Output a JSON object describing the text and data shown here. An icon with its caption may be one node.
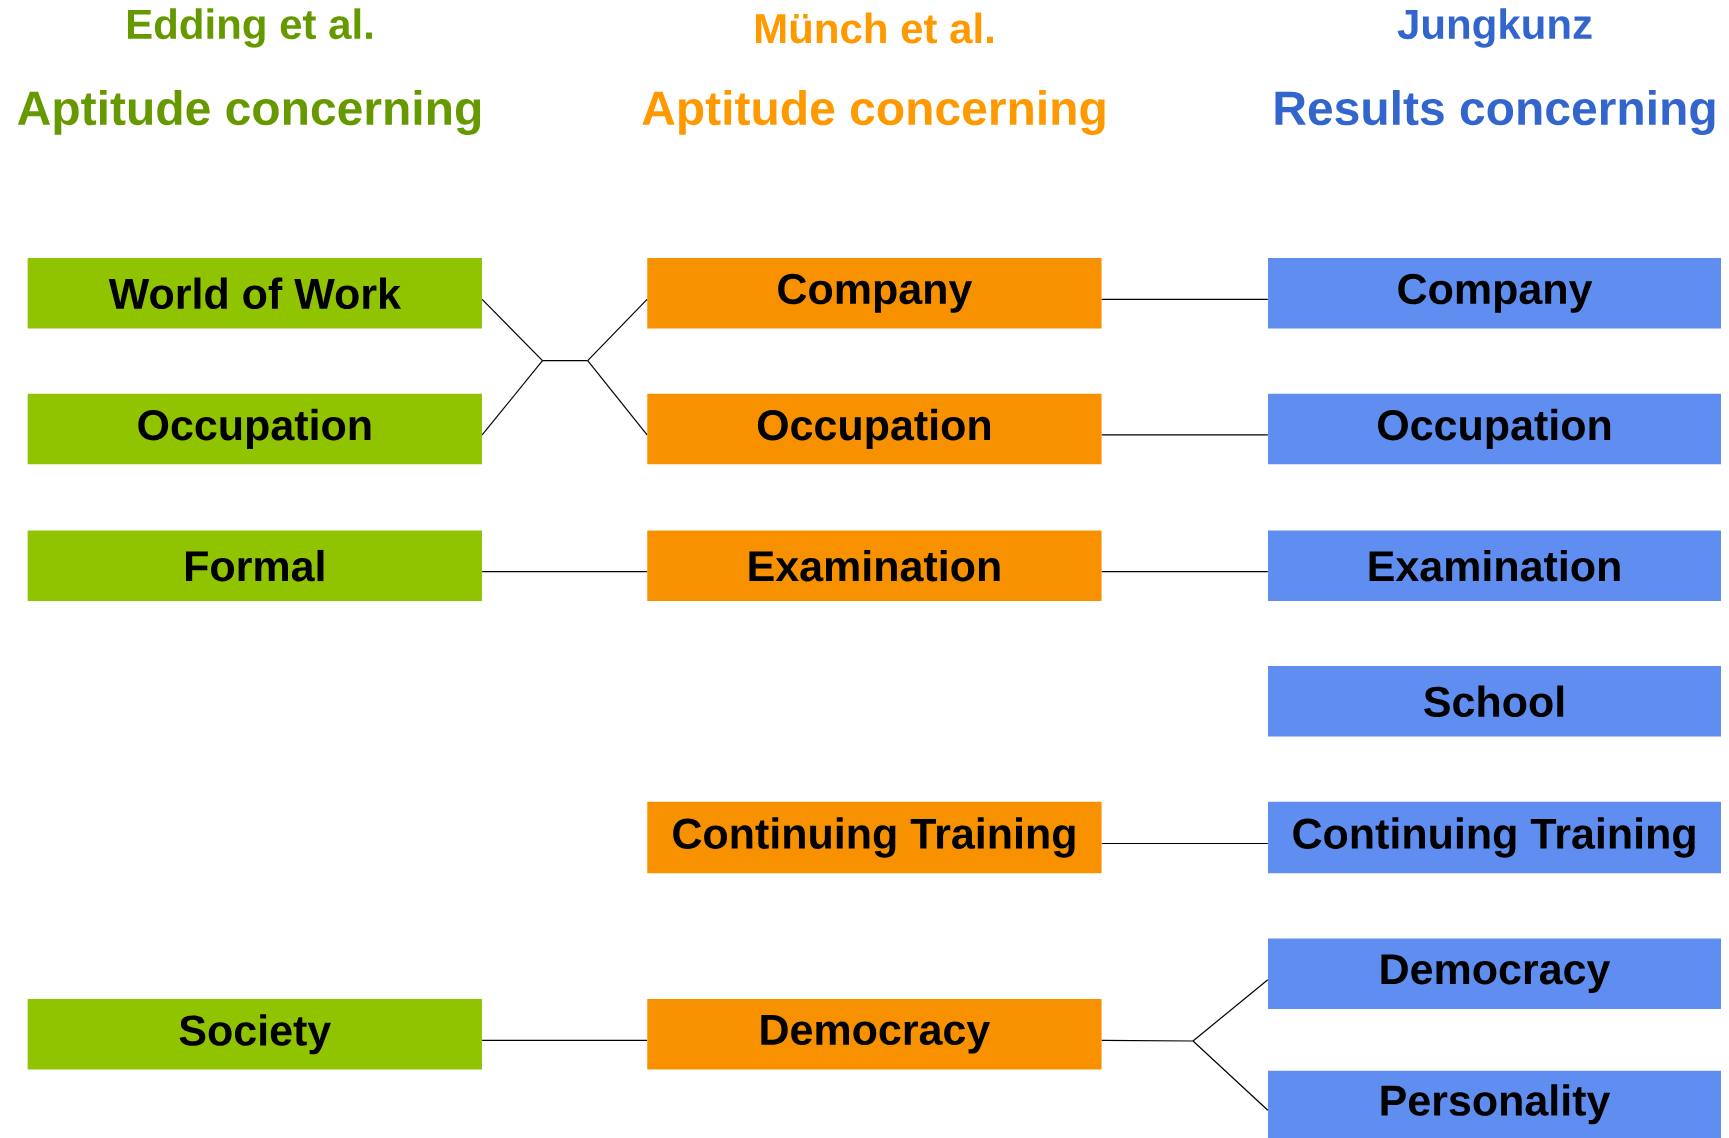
{
  "diagram": {
    "nodes": [
      {
        "text": [
          "World of Work"
        ]
      },
      {
        "text": [
          "Occupation"
        ]
      },
      {
        "text": [
          "Formal"
        ]
      },
      {
        "text": [
          "Society"
        ]
      },
      {
        "text": [
          "Company"
        ]
      },
      {
        "text": [
          "Occupation"
        ]
      },
      {
        "text": [
          "Examination"
        ]
      },
      {
        "text": [
          "Continuing Training"
        ]
      },
      {
        "text": [
          "Democracy"
        ]
      },
      {
        "text": [
          "Company"
        ]
      },
      {
        "text": [
          "Occupation"
        ]
      },
      {
        "text": [
          "Examination"
        ]
      },
      {
        "text": [
          "School"
        ]
      },
      {
        "text": [
          "Continuing Training"
        ]
      },
      {
        "text": [
          "Democracy"
        ]
      },
      {
        "text": [
          "Personality"
        ]
      }
    ],
    "edges": [
      {
        "from": 0,
        "to": 4,
        "arrow": "none"
      },
      {
        "from": 0,
        "to": 5,
        "arrow": "none"
      },
      {
        "from": 1,
        "to": 4,
        "arrow": "none"
      },
      {
        "from": 1,
        "to": 5,
        "arrow": "none"
      },
      {
        "from": 2,
        "to": 6,
        "arrow": "none"
      },
      {
        "from": 3,
        "to": 8,
        "arrow": "none"
      },
      {
        "from": 4,
        "to": 9,
        "arrow": "none"
      },
      {
        "from": 5,
        "to": 10,
        "arrow": "none"
      },
      {
        "from": 6,
        "to": 11,
        "arrow": "none"
      },
      {
        "from": 7,
        "to": 13,
        "arrow": "none"
      },
      {
        "from": 8,
        "to": 14,
        "arrow": "none"
      },
      {
        "from": 8,
        "to": 15,
        "arrow": "none"
      }
    ],
    "labels": [
      "Edding et al.",
      "Münch et al.",
      "Jungkunz",
      "Aptitude concerning",
      "Aptitude concerning",
      "Results concerning"
    ]
  }
}
